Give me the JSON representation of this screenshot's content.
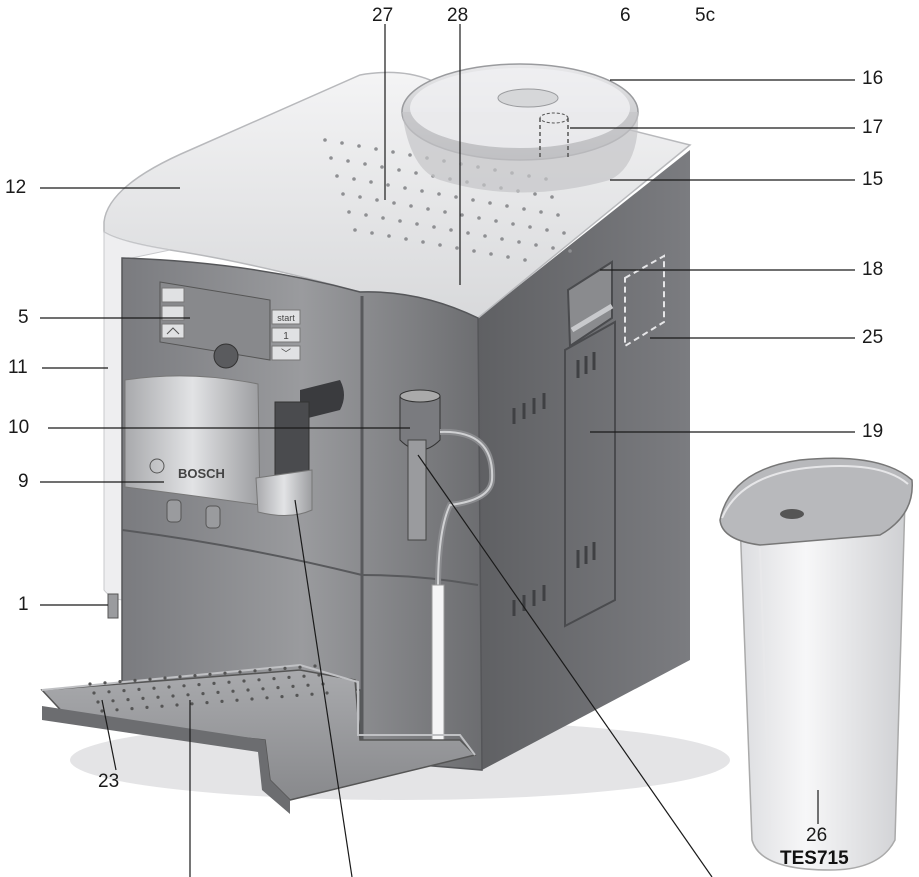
{
  "labels": {
    "l27": "27",
    "l28": "28",
    "l6": "6",
    "l5c": "5c",
    "l16": "16",
    "l17": "17",
    "l15": "15",
    "l12": "12",
    "l18": "18",
    "l5": "5",
    "l25": "25",
    "l11": "11",
    "l10": "10",
    "l19": "19",
    "l9": "9",
    "l1": "1",
    "l23": "23",
    "l26": "26"
  },
  "model": "TES715",
  "brand": "BOSCH",
  "panel": {
    "start": "start",
    "one": "1",
    "down": "﹀"
  },
  "colors": {
    "body_dark": "#6f6f72",
    "body_mid": "#8d8e91",
    "top_light": "#e6e7e9",
    "metal": "#b9babd"
  }
}
